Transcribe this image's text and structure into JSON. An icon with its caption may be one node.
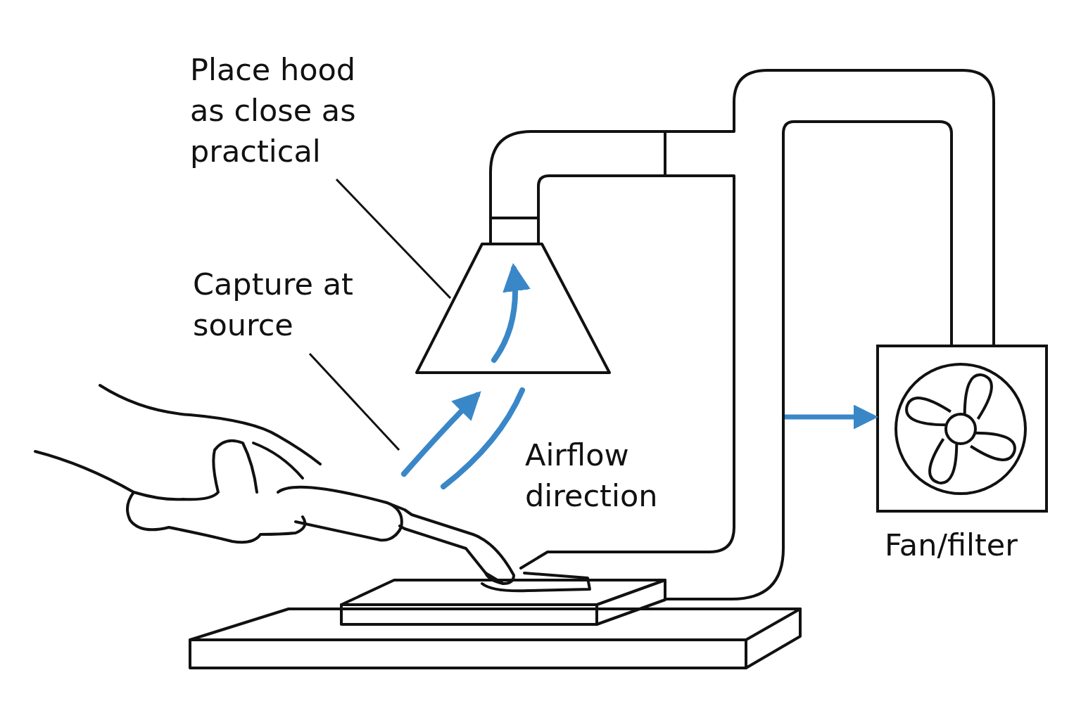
{
  "diagram": {
    "nodes": [
      {
        "text": [
          "Place hood as close as practical"
        ]
      },
      {
        "text": [],
        "shape": "picture"
      },
      {
        "text": [
          "Capture at source"
        ]
      },
      {
        "text": [
          "Fan/filter"
        ]
      },
      {
        "text": [],
        "shape": "arrow"
      }
    ],
    "edges": [
      {
        "from": 0,
        "to": 1,
        "arrow": "none"
      },
      {
        "from": 2,
        "to": 4,
        "arrow": "none"
      },
      {
        "from": null,
        "to": 3,
        "arrow": "to",
        "style": "thick",
        "color": "#3a87c8"
      }
    ],
    "labels": [
      "Airflow direction"
    ]
  }
}
